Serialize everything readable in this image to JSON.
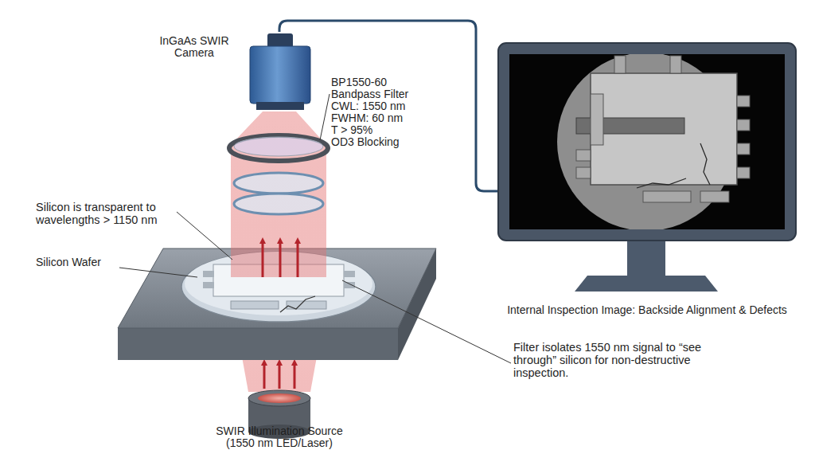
{
  "diagram": {
    "nodes": [
      {
        "text": [
          "InGaAs SWIR Camera"
        ]
      },
      {
        "text": [
          "BP1550-60 Bandpass Filter",
          "CWL: 1550 nm",
          "FWHM: 60 nm",
          "T > 95%",
          "OD3 Blocking"
        ]
      },
      {
        "text": [
          "Silicon Wafer"
        ]
      },
      {
        "text": [
          "SWIR Illumination Source (1550 nm LED/Laser)"
        ]
      },
      {
        "text": [
          "Internal Inspection Image: Backside Alignment & Defects"
        ]
      }
    ],
    "edges": [
      {
        "from": 0,
        "to": 4,
        "arrow": "none"
      }
    ],
    "labels": [
      "Silicon is transparent to wavelengths > 1150 nm",
      "Filter isolates 1550 nm signal to “see through” silicon for non-destructive inspection."
    ]
  }
}
